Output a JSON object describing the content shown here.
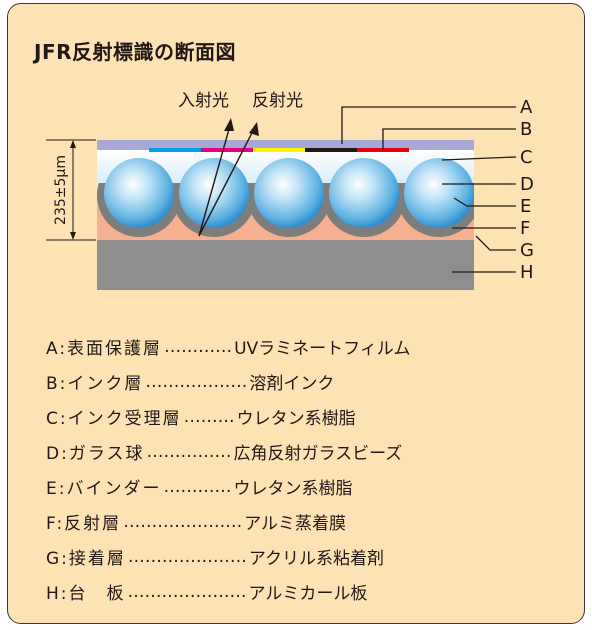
{
  "title": "JFR反射標識の断面図",
  "rays": {
    "incident": "入射光",
    "reflected": "反射光"
  },
  "dimension_label": "235±5μm",
  "layer_letters": [
    "A",
    "B",
    "C",
    "D",
    "E",
    "F",
    "G",
    "H"
  ],
  "colors": {
    "card_bg": "#fde3b3",
    "layer_A": "#a7a8d6",
    "layer_C": "#e9f5fb",
    "layer_E": "#7d7d7d",
    "layer_F": "#f6b08f",
    "layer_H": "#8e8e8e",
    "ink_stripes": [
      "#00a0e9",
      "#e4007f",
      "#fff100",
      "#231815",
      "#e60012"
    ]
  },
  "legend": [
    {
      "label": "A:表面保護層",
      "dots": "…………",
      "value": "UVラミネートフィルム"
    },
    {
      "label": "B:インク層",
      "dots": "………………",
      "value": "溶剤インク"
    },
    {
      "label": "C:インク受理層",
      "dots": "………",
      "value": "ウレタン系樹脂"
    },
    {
      "label": "D:ガラス球",
      "dots": "……………",
      "value": "広角反射ガラスビーズ"
    },
    {
      "label": "E:バインダー",
      "dots": "…………",
      "value": "ウレタン系樹脂"
    },
    {
      "label": "F:反射層",
      "dots": "…………………",
      "value": "アルミ蒸着膜"
    },
    {
      "label": "G:接着層",
      "dots": "…………………",
      "value": "アクリル系粘着剤"
    },
    {
      "label": "H:台　板",
      "dots": "…………………",
      "value": "アルミカール板"
    }
  ]
}
